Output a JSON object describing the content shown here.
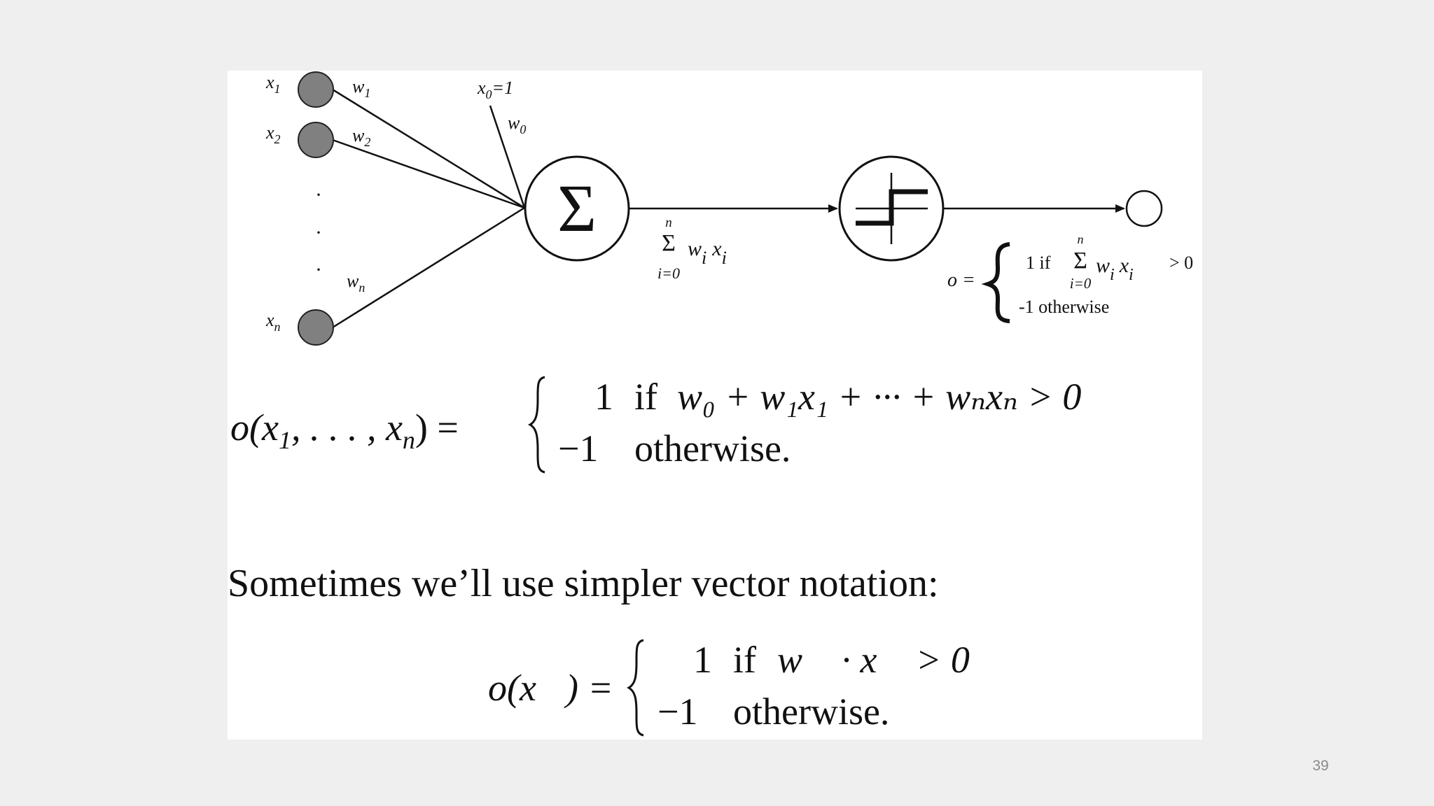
{
  "diagram": {
    "inputs": [
      {
        "label": "x",
        "sub": "1"
      },
      {
        "label": "x",
        "sub": "2"
      },
      {
        "label": "x",
        "sub": "n"
      }
    ],
    "weights": [
      {
        "label": "w",
        "sub": "1"
      },
      {
        "label": "w",
        "sub": "2"
      },
      {
        "label": "w",
        "sub": "n"
      }
    ],
    "bias_input": {
      "label": "x",
      "sub": "0",
      "value": "=1"
    },
    "bias_weight": {
      "label": "w",
      "sub": "0"
    },
    "ellipsis": "·",
    "sum_symbol": "Σ",
    "sum_expression": {
      "sigma": "Σ",
      "top": "n",
      "bottom": "i=0",
      "term_w": "w",
      "term_x": "x",
      "index": "i"
    },
    "output_formula": {
      "lhs": "o =",
      "line1_prefix": "1  if",
      "sigma": "Σ",
      "top": "n",
      "bottom": "i=0",
      "term_w": "w",
      "term_x": "x",
      "index": "i",
      "line1_suffix": "> 0",
      "line2": "-1 otherwise"
    }
  },
  "equation1": {
    "lhs": "o(x",
    "lhs_sub1": "1",
    "lhs_mid": ", . . . , x",
    "lhs_subn": "n",
    "lhs_end": ") =",
    "case1_value": "1",
    "case1_if": "if",
    "case1_expr": "w₀ + w₁x₁ + ··· + wₙxₙ > 0",
    "case2_value": "−1",
    "case2_text": "otherwise."
  },
  "note": "Sometimes we’ll use simpler vector notation:",
  "equation2": {
    "lhs": "o(x⃗) =",
    "case1_value": "1",
    "case1_if": "if",
    "case1_expr": "w⃗ · x⃗ > 0",
    "case2_value": "−1",
    "case2_text": "otherwise."
  },
  "page_number": "39"
}
